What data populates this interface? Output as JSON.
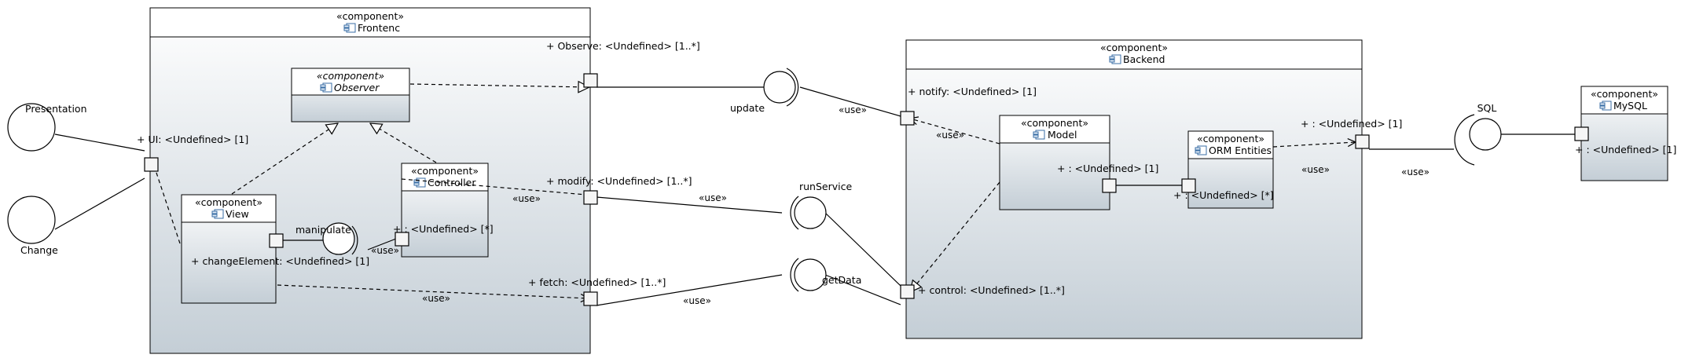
{
  "components": {
    "frontend": {
      "stereotype": "«component»",
      "name": "Frontenc"
    },
    "observer": {
      "stereotype": "«component»",
      "name": "Observer"
    },
    "controller": {
      "stereotype": "«component»",
      "name": "Controller"
    },
    "view": {
      "stereotype": "«component»",
      "name": "View"
    },
    "backend": {
      "stereotype": "«component»",
      "name": "Backend"
    },
    "model": {
      "stereotype": "«component»",
      "name": "Model"
    },
    "orm": {
      "stereotype": "«component»",
      "name": "ORM Entities"
    },
    "mysql": {
      "stereotype": "«component»",
      "name": "MySQL"
    }
  },
  "ports": {
    "ui": "+ UI: <Undefined> [1]",
    "observe": "+ Observe: <Undefined> [1..*]",
    "modify": "+ modify: <Undefined> [1..*]",
    "fetch": "+ fetch: <Undefined> [1..*]",
    "controller_port": "+ : <Undefined> [*]",
    "change_element": "+ changeElement: <Undefined> [1]",
    "notify": "+ notify: <Undefined> [1]",
    "control": "+ control: <Undefined> [1..*]",
    "model_port": "+ : <Undefined> [1]",
    "orm_port": "+ : <Undefined> [*]",
    "backend_right": "+ : <Undefined> [1]",
    "mysql_port": "+ : <Undefined> [1]"
  },
  "interfaces": {
    "presentation": "Presentation",
    "change": "Change",
    "update": "update",
    "manipulate": "manipulate",
    "run_service": "runService",
    "get_data": "getData",
    "sql": "SQL"
  },
  "use_label": "«use»",
  "colors": {
    "gradient_top": "#ffffff",
    "gradient_bottom": "#c4ced6",
    "icon": "#3a6ea5"
  }
}
